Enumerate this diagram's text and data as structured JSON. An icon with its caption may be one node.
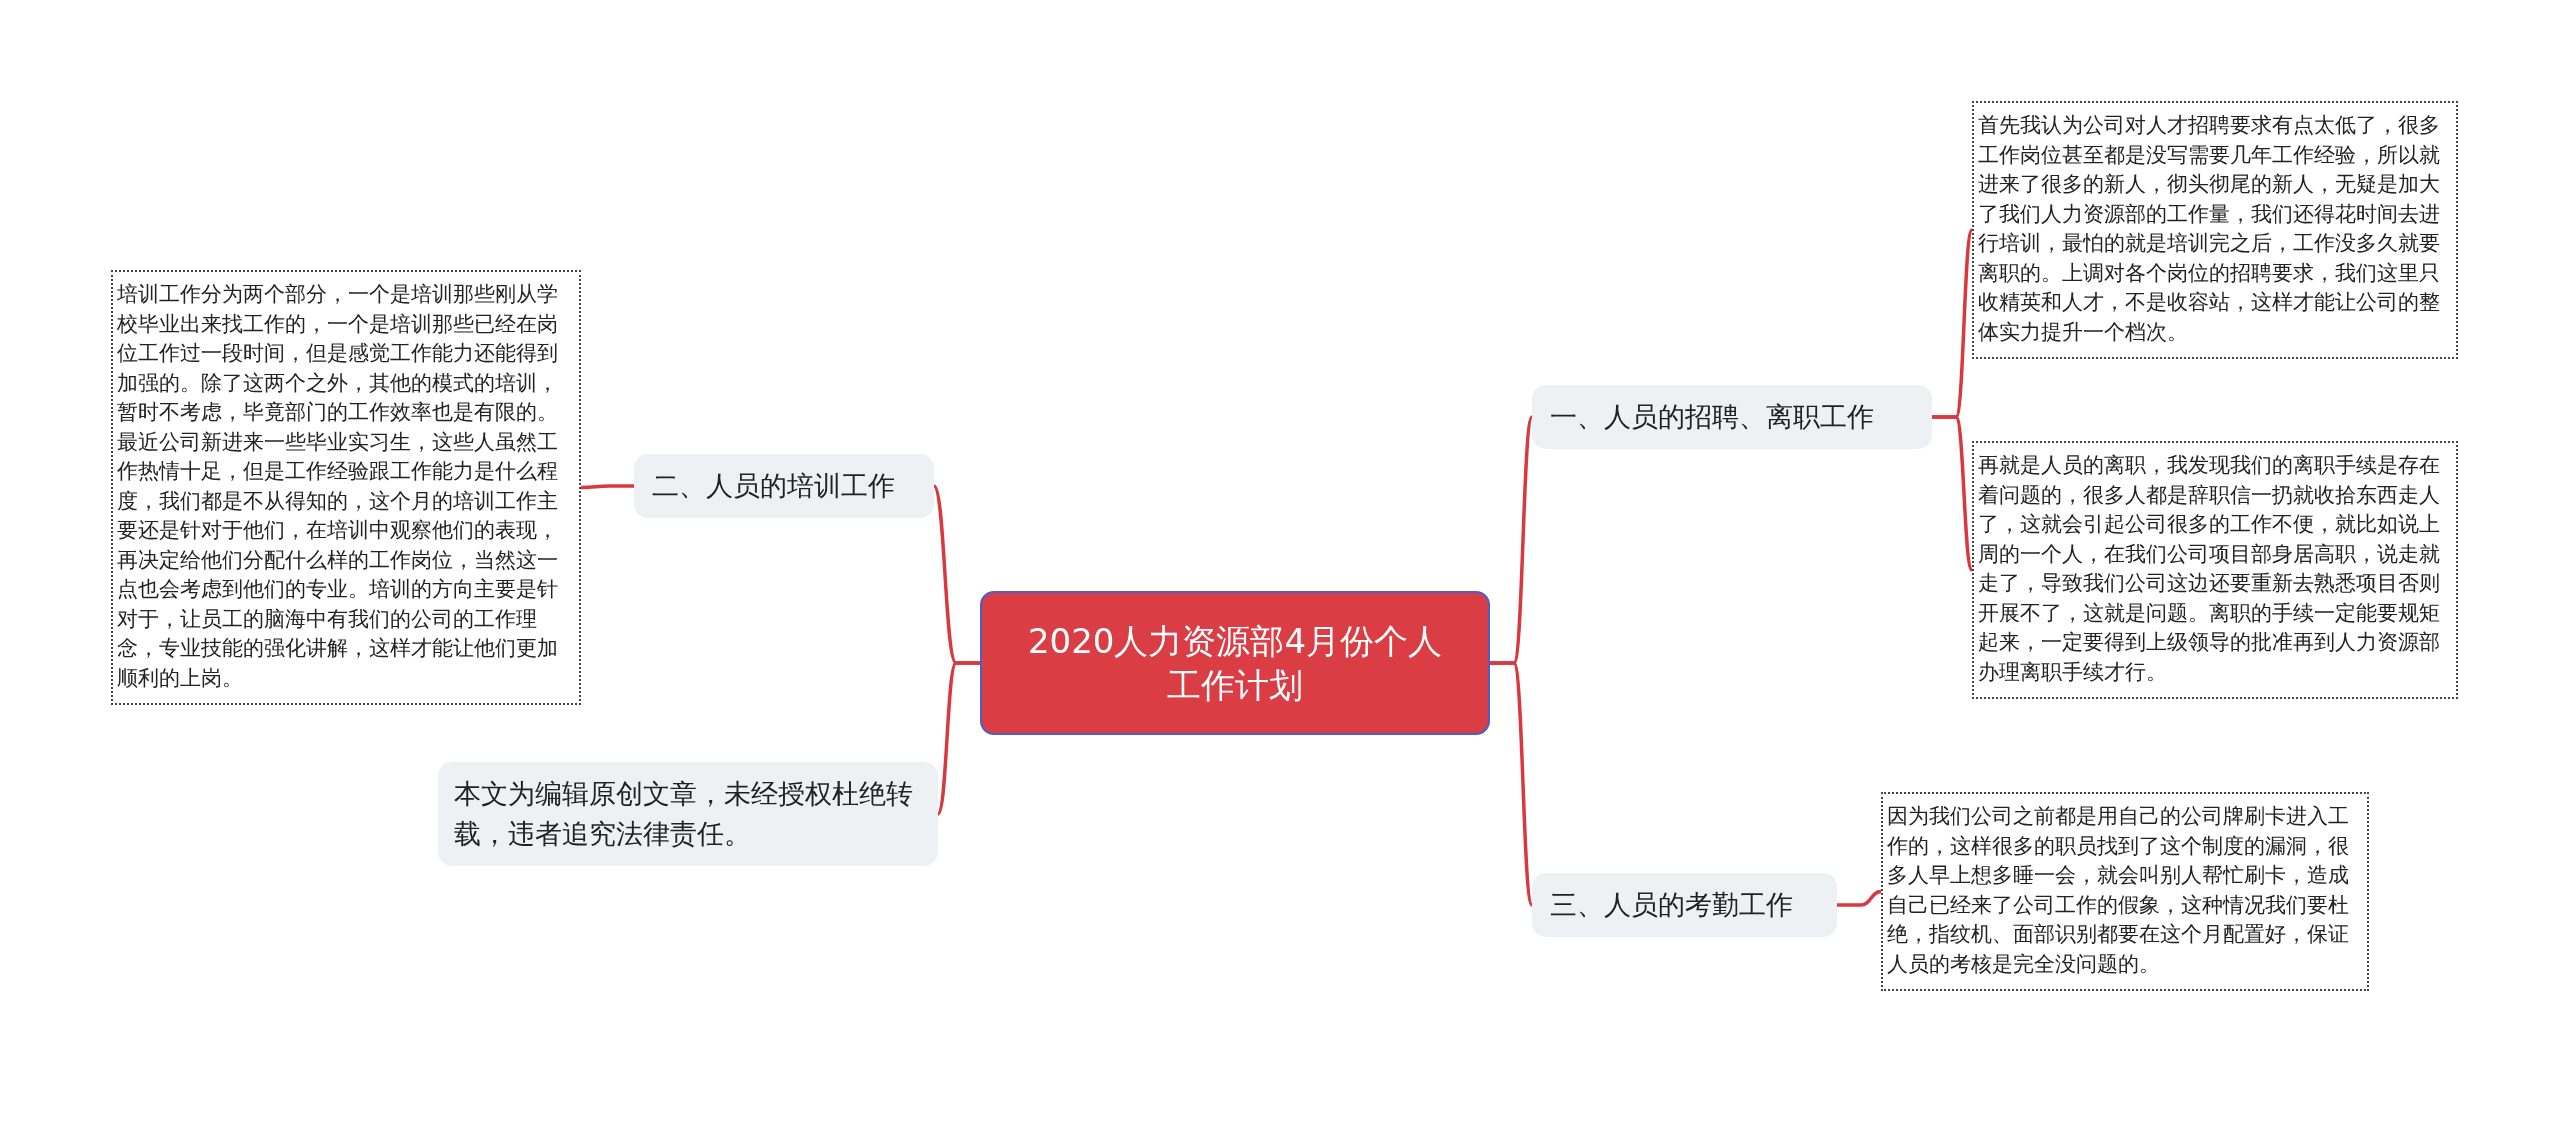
{
  "diagram": {
    "nodes": [
      {
        "text": [
          "2020人力资源部4月份个人工作计划"
        ]
      },
      {
        "text": [
          "一、人员的招聘、离职工作"
        ]
      },
      {
        "text": [
          "首先我认为公司对人才招聘要求有点太低了，很多工作岗位甚至都是没写需要几年工作经验，所以就进来了很多的新人，彻头彻尾的新人，无疑是加大了我们人力资源部的工作量，我们还得花时间去进行培训，最怕的就是培训完之后，工作没多久就要离职的。上调对各个岗位的招聘要求，我们这里只收精英和人才，不是收容站，这样才能让公司的整体实力提升一个档次。"
        ]
      },
      {
        "text": [
          "再就是人员的离职，我发现我们的离职手续是存在着问题的，很多人都是辞职信一扔就收拾东西走人了，这就会引起公司很多的工作不便，就比如说上周的一个人，在我们公司项目部身居高职，说走就走了，导致我们公司这边还要重新去熟悉项目否则开展不了，这就是问题。离职的手续一定能要规矩起来，一定要得到上级领导的批准再到人力资源部办理离职手续才行。"
        ]
      },
      {
        "text": [
          "三、人员的考勤工作"
        ]
      },
      {
        "text": [
          "因为我们公司之前都是用自己的公司牌刷卡进入工作的，这样很多的职员找到了这个制度的漏洞，很多人早上想多睡一会，就会叫别人帮忙刷卡，造成自己已经来了公司工作的假象，这种情况我们要杜绝，指纹机、面部识别都要在这个月配置好，保证人员的考核是完全没问题的。"
        ]
      },
      {
        "text": [
          "二、人员的培训工作"
        ]
      },
      {
        "text": [
          "培训工作分为两个部分，一个是培训那些刚从学校毕业出来找工作的，一个是培训那些已经在岗位工作过一段时间，但是感觉工作能力还能得到加强的。除了这两个之外，其他的模式的培训，暂时不考虑，毕竟部门的工作效率也是有限的。最近公司新进来一些毕业实习生，这些人虽然工作热情十足，但是工作经验跟工作能力是什么程度，我们都是不从得知的，这个月的培训工作主要还是针对于他们，在培训中观察他们的表现，再决定给他们分配什么样的工作岗位，当然这一点也会考虑到他们的专业。培训的方向主要是针对于，让员工的脑海中有我们的公司的工作理念，专业技能的强化讲解，这样才能让他们更加顺利的上岗。"
        ]
      },
      {
        "text": [
          "本文为编辑原创文章，未经授权杜绝转载，违者追究法律责任。"
        ]
      }
    ],
    "edges": [
      {
        "from": 0,
        "to": 1,
        "arrow": "none"
      },
      {
        "from": 1,
        "to": 2,
        "arrow": "none"
      },
      {
        "from": 1,
        "to": 3,
        "arrow": "none"
      },
      {
        "from": 0,
        "to": 4,
        "arrow": "none"
      },
      {
        "from": 4,
        "to": 5,
        "arrow": "none"
      },
      {
        "from": 0,
        "to": 6,
        "arrow": "none"
      },
      {
        "from": 6,
        "to": 7,
        "arrow": "none"
      },
      {
        "from": 0,
        "to": 8,
        "arrow": "none"
      }
    ]
  }
}
